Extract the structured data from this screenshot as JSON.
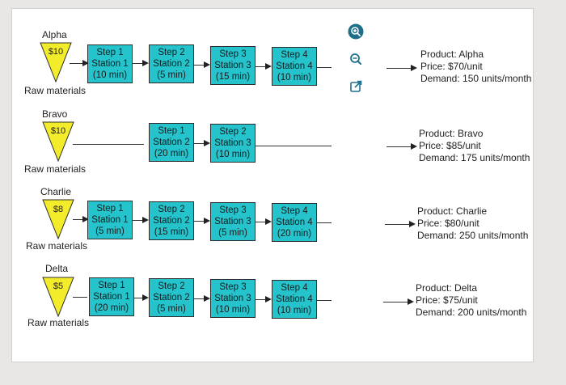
{
  "products": [
    {
      "name": "Alpha",
      "material_price": "$10",
      "raw_label": "Raw materials",
      "steps": [
        {
          "step": "Step 1",
          "station": "Station 1",
          "time": "(10 min)"
        },
        {
          "step": "Step 2",
          "station": "Station 2",
          "time": "(5 min)"
        },
        {
          "step": "Step 3",
          "station": "Station 3",
          "time": "(15 min)"
        },
        {
          "step": "Step 4",
          "station": "Station 4",
          "time": "(10 min)"
        }
      ],
      "info": [
        "Product: Alpha",
        "Price: $70/unit",
        "Demand: 150 units/month"
      ]
    },
    {
      "name": "Bravo",
      "material_price": "$10",
      "raw_label": "Raw materials",
      "steps": [
        {
          "step": "Step 1",
          "station": "Station 2",
          "time": "(20 min)"
        },
        {
          "step": "Step 2",
          "station": "Station 3",
          "time": "(10 min)"
        }
      ],
      "info": [
        "Product: Bravo",
        "Price: $85/unit",
        "Demand: 175 units/month"
      ]
    },
    {
      "name": "Charlie",
      "material_price": "$8",
      "raw_label": "Raw materials",
      "steps": [
        {
          "step": "Step 1",
          "station": "Station 1",
          "time": "(5 min)"
        },
        {
          "step": "Step 2",
          "station": "Station 2",
          "time": "(15 min)"
        },
        {
          "step": "Step 3",
          "station": "Station 3",
          "time": "(5 min)"
        },
        {
          "step": "Step 4",
          "station": "Station 4",
          "time": "(20 min)"
        }
      ],
      "info": [
        "Product: Charlie",
        "Price: $80/unit",
        "Demand: 250 units/month"
      ]
    },
    {
      "name": "Delta",
      "material_price": "$5",
      "raw_label": "Raw materials",
      "steps": [
        {
          "step": "Step 1",
          "station": "Station 1",
          "time": "(20 min)"
        },
        {
          "step": "Step 2",
          "station": "Station 2",
          "time": "(5 min)"
        },
        {
          "step": "Step 3",
          "station": "Station 3",
          "time": "(10 min)"
        },
        {
          "step": "Step 4",
          "station": "Station 4",
          "time": "(10 min)"
        }
      ],
      "info": [
        "Product: Delta",
        "Price: $75/unit",
        "Demand: 200 units/month"
      ]
    }
  ],
  "toolbar": {
    "icons": [
      "zoom-in-icon",
      "zoom-out-icon",
      "open-external-icon"
    ]
  },
  "colors": {
    "station": "#25c4cd",
    "triangle": "#f3ec2a",
    "icon": "#1f6f8b"
  }
}
